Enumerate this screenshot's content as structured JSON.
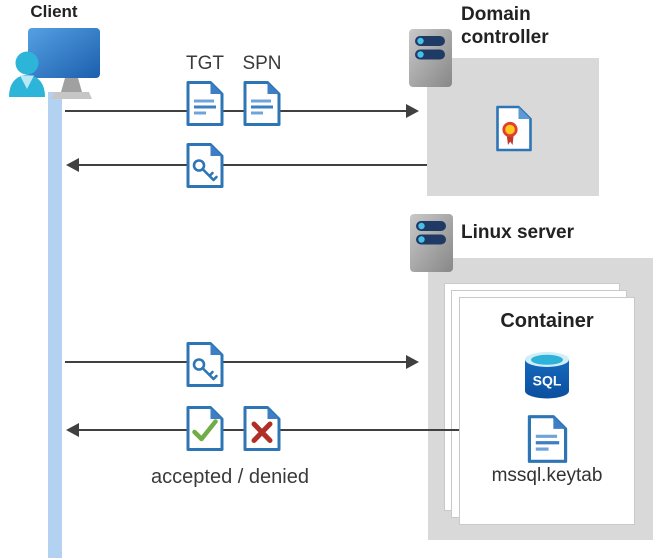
{
  "client": {
    "label": "Client"
  },
  "domain_controller": {
    "label": "Domain controller"
  },
  "linux_server": {
    "label": "Linux server"
  },
  "container": {
    "label": "Container",
    "sql_badge": "SQL",
    "keytab_label": "mssql.keytab"
  },
  "flow": {
    "tgt_label": "TGT",
    "spn_label": "SPN",
    "accepted_denied_label": "accepted / denied"
  },
  "icons": {
    "client": "user-monitor-icon",
    "domain_controller": "server-icon",
    "linux_server": "server-icon",
    "tgt": "ticket-document-icon",
    "spn": "ticket-document-icon",
    "session_key": "key-document-icon",
    "certificate": "certificate-document-icon",
    "accepted": "check-document-icon",
    "denied": "cross-document-icon",
    "sql": "sql-database-icon",
    "keytab": "keytab-document-icon"
  },
  "colors": {
    "doc_border_blue": "#2e75b6",
    "doc_fold_blue": "#3d7ec4",
    "doc_line_light": "#6fa3dc",
    "person_cyan": "#2cb5d8",
    "monitor_blue": "#2f7ac9",
    "lifeline_blue": "#b3d2f2",
    "box_gray": "#d9d9d9",
    "arrow_gray": "#404040",
    "server_bar_navy": "#203a66",
    "server_dot_cyan": "#45c2e9",
    "check_green": "#70ad47",
    "cross_red": "#b02e26",
    "cert_seal_gold": "#ffc81e",
    "cert_seal_ring": "#e23d2e",
    "cert_ribbon_red": "#c0392b",
    "sql_body_blue": "#1568bd",
    "sql_top_cyan": "#2fb2da"
  }
}
